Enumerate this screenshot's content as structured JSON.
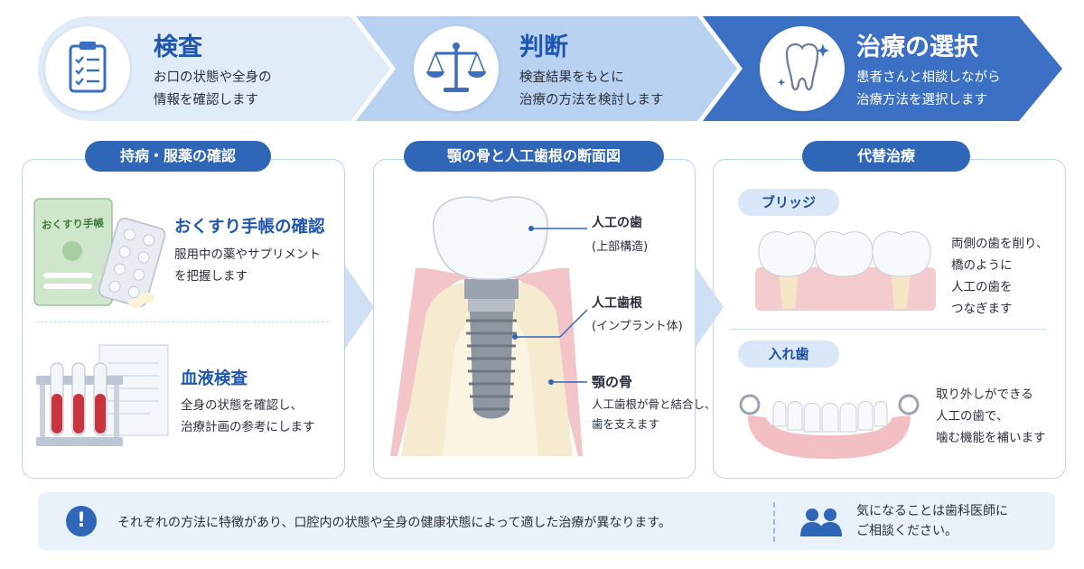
{
  "steps": [
    {
      "title": "検査",
      "desc": "お口の状態や全身の\n情報を確認します",
      "icon": "clipboard-icon"
    },
    {
      "title": "判断",
      "desc": "検査結果をもとに\n治療の方法を検討します",
      "icon": "scale-icon"
    },
    {
      "title": "治療の選択",
      "desc": "患者さんと相談しながら\n治療方法を選択します",
      "icon": "tooth-icon"
    }
  ],
  "left_panel": {
    "title": "持病・服薬の確認",
    "item1": {
      "heading": "おくすり手帳の確認",
      "text": "服用中の薬やサプリメント\nを把握します",
      "book_label": "おくすり手帳"
    },
    "item2": {
      "heading": "血液検査",
      "text": "全身の状態を確認し、\n治療計画の参考にします"
    }
  },
  "center_panel": {
    "title": "顎の骨と人工歯根の断面図",
    "labels": [
      {
        "name": "人工の歯",
        "sub": "(上部構造)"
      },
      {
        "name": "人工歯根",
        "sub": "(インプラント体)"
      },
      {
        "name": "顎の骨",
        "sub": "人工歯根が骨と結合し、\n歯を支えます"
      }
    ]
  },
  "right_panel": {
    "title": "代替治療",
    "bridge": {
      "label": "ブリッジ",
      "text": "両側の歯を削り、\n橋のように\n人工の歯を\nつなぎます"
    },
    "denture": {
      "label": "入れ歯",
      "text": "取り外しができる\n人工の歯で、\n噛む機能を補います"
    }
  },
  "footer": {
    "note": "それぞれの方法に特徴があり、口腔内の状態や全身の健康状態によって適した治療が異なります。",
    "consult": "気になることは歯科医師に\nご相談ください。",
    "note_icon": "exclamation-icon",
    "consult_icon": "people-icon"
  },
  "colors": {
    "brand": "#2f66b7",
    "arrow1": "#e1ecf9",
    "arrow2": "#bad2f1",
    "arrow3": "#3b70c4",
    "gum": "#f4cccf",
    "bone": "#f6ebcf"
  }
}
